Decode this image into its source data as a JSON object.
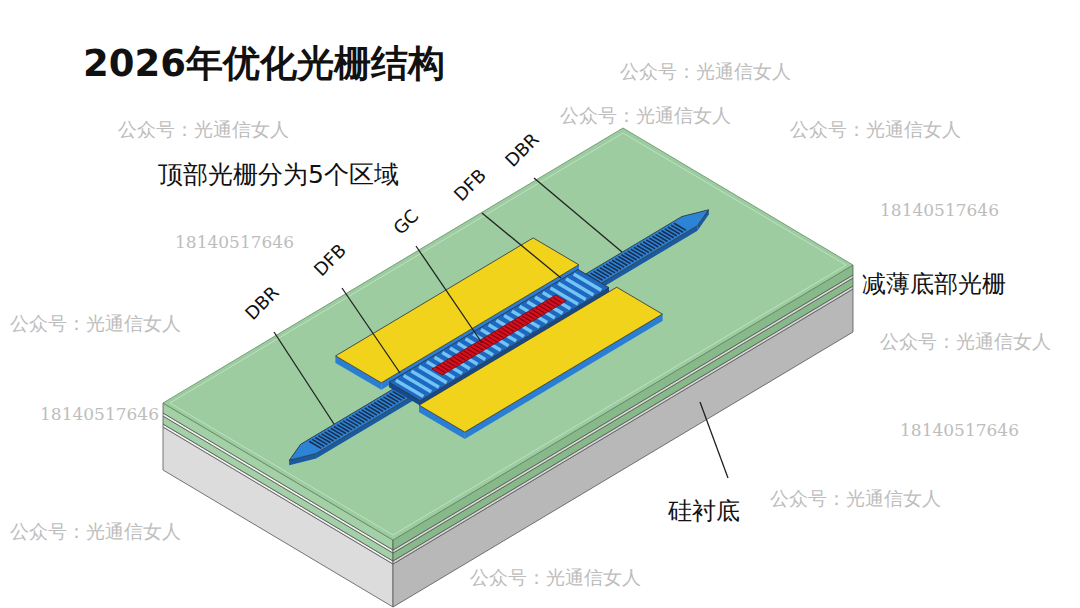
{
  "diagram": {
    "title": "2026年优化光栅结构",
    "labels": [
      "顶部光栅分为5个区域",
      "DBR",
      "DFB",
      "GC",
      "DFB",
      "DBR",
      "减薄底部光栅",
      "硅衬底",
      "公众号：光通信女人",
      "公众号：光通信女人",
      "公众号：光通信女人",
      "公众号：光通信女人",
      "公众号：光通信女人",
      "公众号：光通信女人",
      "公众号：光通信女人",
      "公众号：光通信女人",
      "公众号：光通信女人",
      "18140517646",
      "18140517646",
      "18140517646",
      "18140517646"
    ]
  }
}
